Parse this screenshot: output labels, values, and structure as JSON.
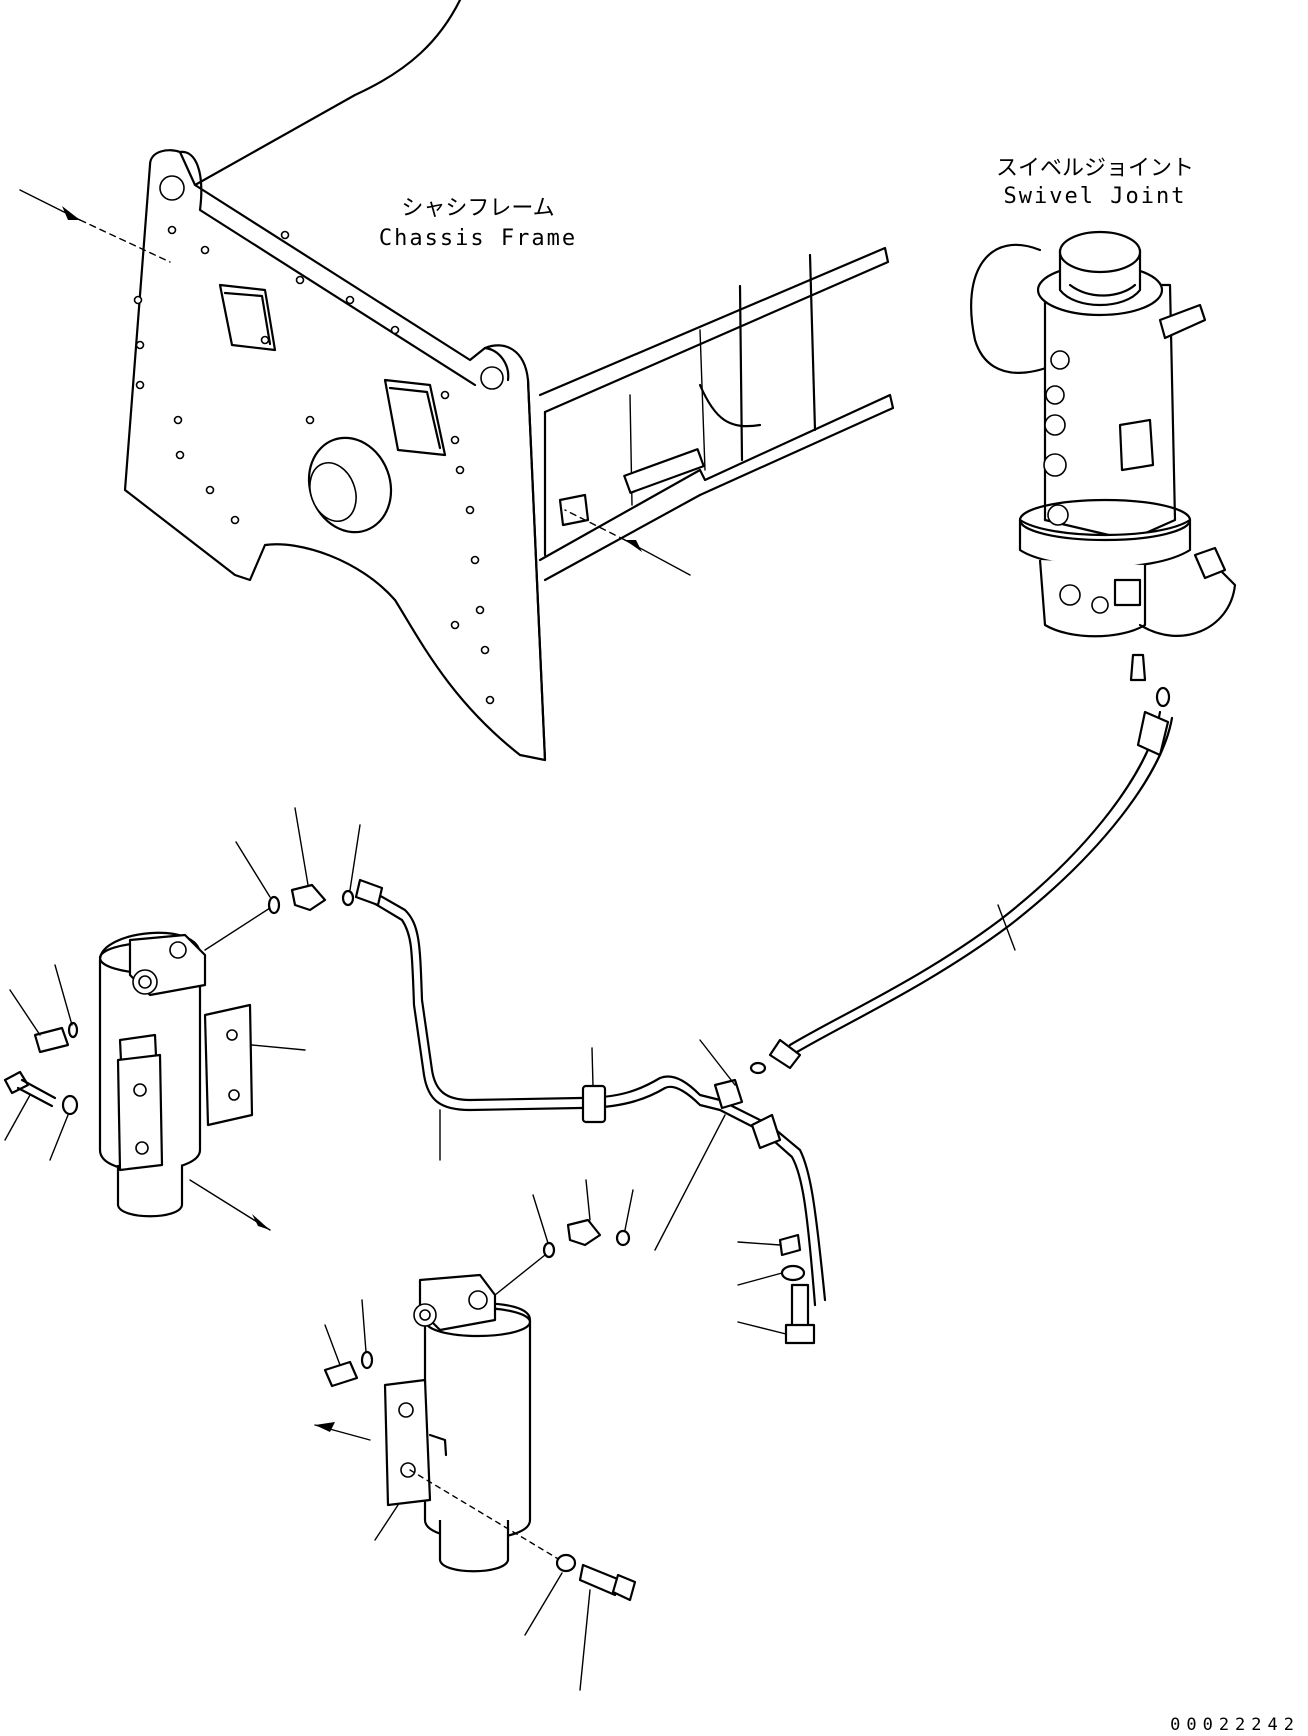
{
  "labels": {
    "chassis_frame_jp": "シャシフレーム",
    "chassis_frame_en": "Chassis Frame",
    "swivel_joint_jp": "スイベルジョイント",
    "swivel_joint_en": "Swivel Joint"
  },
  "drawing_number": "00022242"
}
